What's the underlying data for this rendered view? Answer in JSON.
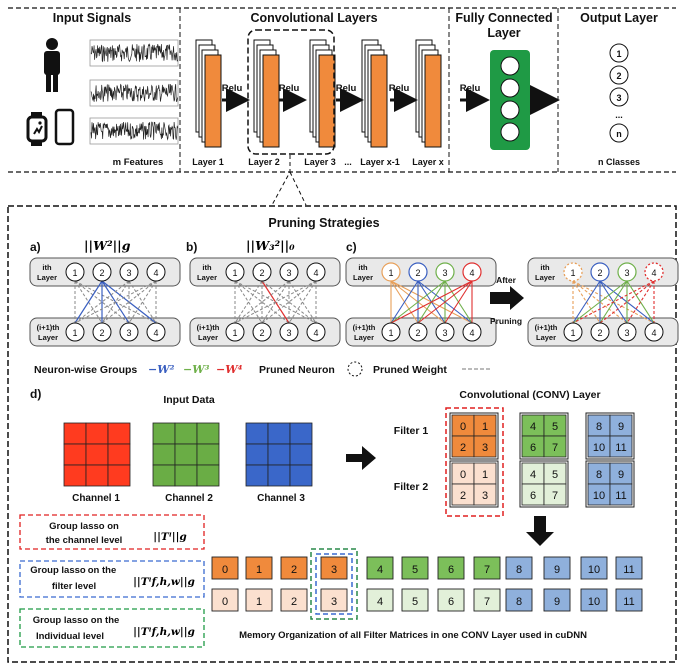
{
  "top": {
    "input_title": "Input Signals",
    "conv_title": "Convolutional Layers",
    "fc_title_1": "Fully Connected",
    "fc_title_2": "Layer",
    "output_title": "Output Layer",
    "m_features": "m Features",
    "relu": "Relu",
    "layers": [
      "Layer 1",
      "Layer 2",
      "Layer 3",
      "...",
      "Layer x-1",
      "Layer x"
    ],
    "outputs": [
      "1",
      "2",
      "3",
      "...",
      "n"
    ],
    "n_classes": "n Classes"
  },
  "pruning": {
    "title": "Pruning Strategies",
    "a": "a)",
    "b": "b)",
    "c": "c)",
    "d": "d)",
    "formula_a": "||W²||g",
    "formula_b": "||W₃²||₀",
    "layer_top_1": "ith",
    "layer_top_2": "Layer",
    "layer_bot_1": "(i+1)th",
    "layer_bot_2": "Layer",
    "neurons": [
      "1",
      "2",
      "3",
      "4"
    ],
    "after": "After",
    "pruning_word": "Pruning",
    "legend_groups": "Neuron-wise Groups",
    "legend_w2": "−W²",
    "legend_w3": "−W³",
    "legend_w4": "−W⁴",
    "legend_pruned_neuron": "Pruned Neuron",
    "legend_pruned_weight": "Pruned Weight"
  },
  "conv": {
    "input_data": "Input Data",
    "conv_layer": "Convolutional (CONV) Layer",
    "channels": [
      "Channel 1",
      "Channel 2",
      "Channel 3"
    ],
    "filter1": "Filter 1",
    "filter2": "Filter 2",
    "orange": [
      "0",
      "1",
      "2",
      "3"
    ],
    "green": [
      "4",
      "5",
      "6",
      "7"
    ],
    "blue": [
      "8",
      "9",
      "10",
      "11"
    ],
    "gl_channel_1": "Group lasso on",
    "gl_channel_2": "the channel level",
    "gl_channel_formula": "||Tˡ||g",
    "gl_filter_1": "Group lasso",
    "gl_filter_2": "on the",
    "gl_filter_3": "filter level",
    "gl_filter_formula": "||Tˡf,h,w||g",
    "gl_ind_1": "Group lasso on the",
    "gl_ind_2": "Individual level",
    "gl_ind_formula": "||Tˡf,h,w||g",
    "memory_caption": "Memory Organization of all Filter Matrices in one CONV Layer used in cuDNN"
  },
  "colors": {
    "orange": "#f08a3c",
    "orange_light": "#fbe0cf",
    "green": "#7cbf5a",
    "green_light": "#e2f0d9",
    "blue": "#8fb0dc",
    "red_channel": "#ff3b1f",
    "green_channel": "#6aad45",
    "blue_channel": "#3a67c9",
    "fc_green": "#1f9a45",
    "w2": "#3a5fc0",
    "w3": "#6fb04a",
    "w4": "#e03030"
  }
}
